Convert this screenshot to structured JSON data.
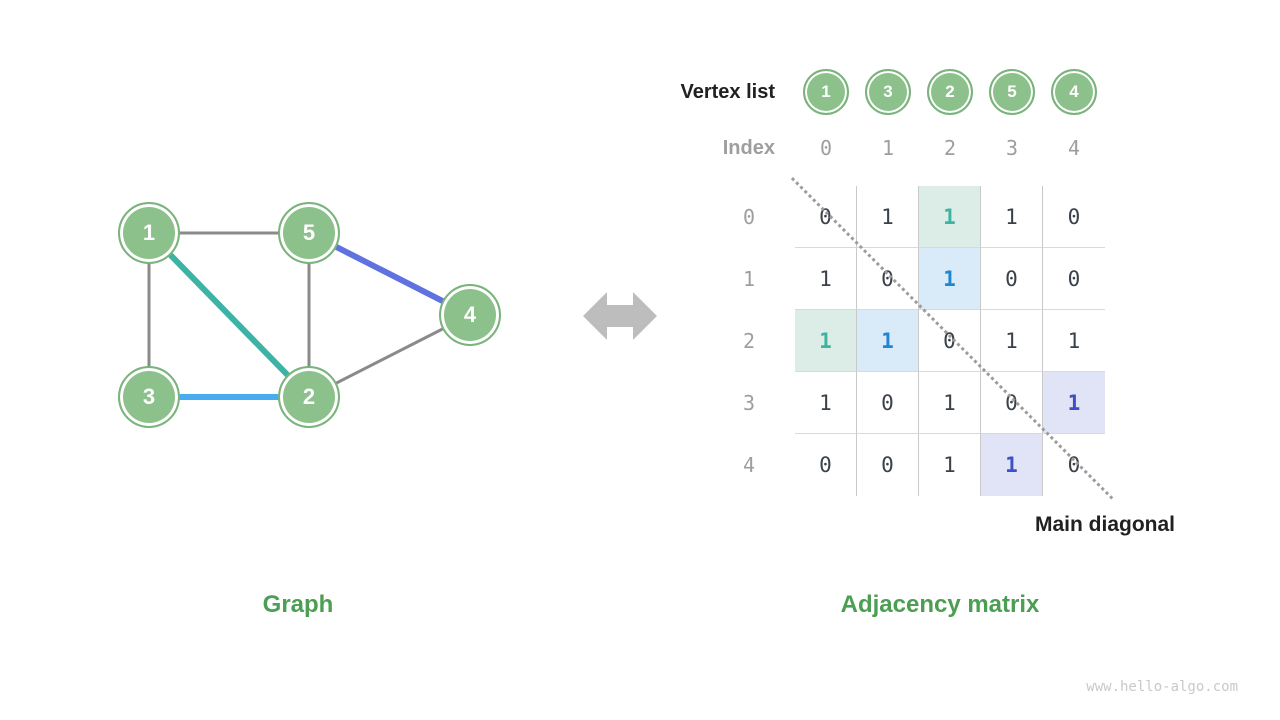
{
  "captions": {
    "left": "Graph",
    "right": "Adjacency matrix"
  },
  "watermark": "www.hello-algo.com",
  "graph": {
    "nodes": [
      {
        "label": "1"
      },
      {
        "label": "5"
      },
      {
        "label": "4"
      },
      {
        "label": "3"
      },
      {
        "label": "2"
      }
    ],
    "edges": [
      {
        "a": "1",
        "b": "5",
        "color": "#8a8a8a",
        "width": 3
      },
      {
        "a": "1",
        "b": "3",
        "color": "#8a8a8a",
        "width": 3
      },
      {
        "a": "5",
        "b": "2",
        "color": "#8a8a8a",
        "width": 3
      },
      {
        "a": "2",
        "b": "4",
        "color": "#8a8a8a",
        "width": 3
      },
      {
        "a": "1",
        "b": "2",
        "color": "#3db3a6",
        "width": 6
      },
      {
        "a": "3",
        "b": "2",
        "color": "#47acf0",
        "width": 6
      },
      {
        "a": "5",
        "b": "4",
        "color": "#6072e0",
        "width": 6
      }
    ]
  },
  "matrix": {
    "vertex_list_label": "Vertex list",
    "index_label": "Index",
    "vertices": [
      "1",
      "3",
      "2",
      "5",
      "4"
    ],
    "indices": [
      "0",
      "1",
      "2",
      "3",
      "4"
    ],
    "row_labels": [
      "0",
      "1",
      "2",
      "3",
      "4"
    ],
    "rows": [
      [
        "0",
        "1",
        "1",
        "1",
        "0"
      ],
      [
        "1",
        "0",
        "1",
        "0",
        "0"
      ],
      [
        "1",
        "1",
        "0",
        "1",
        "1"
      ],
      [
        "1",
        "0",
        "1",
        "0",
        "1"
      ],
      [
        "0",
        "0",
        "1",
        "1",
        "0"
      ]
    ],
    "highlights": [
      {
        "row": 0,
        "col": 2,
        "color": "teal"
      },
      {
        "row": 2,
        "col": 0,
        "color": "teal"
      },
      {
        "row": 1,
        "col": 2,
        "color": "blue"
      },
      {
        "row": 2,
        "col": 1,
        "color": "blue"
      },
      {
        "row": 3,
        "col": 4,
        "color": "indigo"
      },
      {
        "row": 4,
        "col": 3,
        "color": "indigo"
      }
    ],
    "main_diagonal_label": "Main diagonal"
  },
  "colors": {
    "node_fill": "#8cc18c",
    "node_border": "#7ab37b",
    "caption_green": "#4c9e52",
    "gray_label": "#9e9e9e",
    "cell_text": "#3a4148",
    "teal_bg": "#dcede8",
    "teal_text": "#3fb3a0",
    "blue_bg": "#d9eaf8",
    "blue_text": "#1d87d2",
    "indigo_bg": "#e1e3f7",
    "indigo_text": "#3c50c8",
    "arrow_gray": "#bdbdbd",
    "diagonal_dots": "#9c9c9c"
  }
}
